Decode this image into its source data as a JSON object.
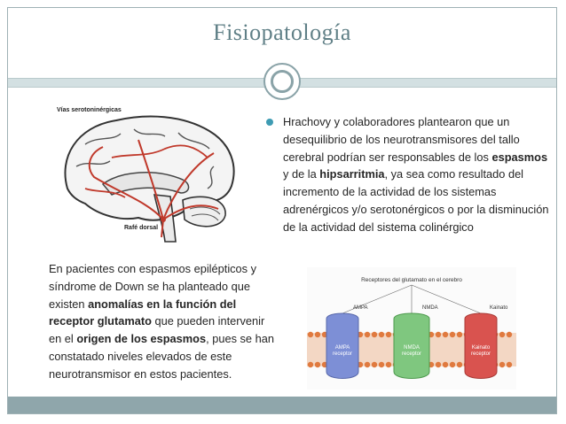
{
  "title": "Fisiopatología",
  "brain_figure": {
    "caption": "Vías serotoninérgicas",
    "label": "Rafé dorsal"
  },
  "bullet": {
    "part1": "Hrachovy y colaboradores plantearon que un desequilibrio de los neurotransmisores del tallo cerebral podrían ser responsables de los ",
    "bold1": "espasmos",
    "part2": " y de la ",
    "bold2": "hipsarritmia",
    "part3": ", ya sea como resultado del incremento de la actividad de los sistemas adrenérgicos y/o serotonérgicos o por la disminución de la actividad del sistema colinérgico"
  },
  "paragraph": {
    "part1": "En pacientes con espasmos epilépticos y síndrome de Down se ha planteado que existen ",
    "bold1": "anomalías en la función del receptor glutamato",
    "part2": " que pueden intervenir en el ",
    "bold2": "origen de los espasmos",
    "part3": ", pues se han constatado niveles elevados de este neurotransmisor en estos pacientes."
  },
  "receptor_diagram": {
    "title": "Receptores del glutamato en el cerebro",
    "receptors": [
      {
        "top_label": "AMPA",
        "body_label": "AMPA receptor",
        "color": "#7d8fd6"
      },
      {
        "top_label": "NMDA",
        "body_label": "NMDA receptor",
        "color": "#7fc77f"
      },
      {
        "top_label": "Kainato",
        "body_label": "Kainato receptor",
        "color": "#d9534f"
      }
    ]
  },
  "colors": {
    "accent": "#5f7f86",
    "bullet": "#3e9bb3",
    "band": "#d3e0e2",
    "footer": "#8fa6ab"
  }
}
